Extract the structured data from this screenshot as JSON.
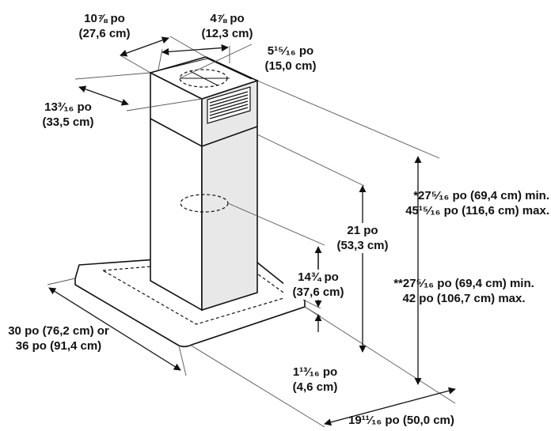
{
  "dimensions": {
    "top_depth": {
      "line1": "10⅞ po",
      "line2": "(27,6 cm)"
    },
    "top_width": {
      "line1": "4⅞ po",
      "line2": "(12,3 cm)"
    },
    "duct_diameter": {
      "line1": "5¹⁵⁄₁₆ po",
      "line2": "(15,0 cm)"
    },
    "chimney_width": {
      "line1": "13³⁄₁₆ po",
      "line2": "(33,5 cm)"
    },
    "height_total_1": {
      "line1": "*27⁵⁄₁₆ po (69,4 cm) min.",
      "line2": "45¹⁵⁄₁₆ po (116,6 cm) max."
    },
    "height_21": {
      "line1": "21 po",
      "line2": "(53,3 cm)"
    },
    "height_total_2": {
      "line1": "**27⁵⁄₁₆ po (69,4 cm) min.",
      "line2": "42 po (106,7 cm) max."
    },
    "height_14": {
      "line1": "14¾ po",
      "line2": "(37,6 cm)"
    },
    "canopy_width": {
      "line1": "30 po (76,2 cm) or",
      "line2": "36 po (91,4 cm)"
    },
    "canopy_thickness": {
      "line1": "1¹³⁄₁₆ po",
      "line2": "(4,6 cm)"
    },
    "canopy_depth": {
      "line1": "19¹¹⁄₁₆ po (50,0 cm)"
    }
  },
  "colors": {
    "line": "#111111",
    "fill": "#ffffff",
    "shade": "#e8e8e8"
  }
}
